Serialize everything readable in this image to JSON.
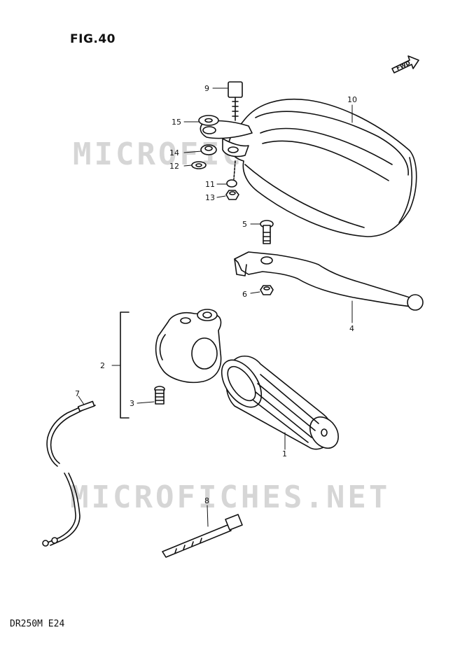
{
  "figure": {
    "title": "FIG.40",
    "model_code": "DR250M  E24",
    "direction_label": "FWD",
    "watermark": "MICROFICHES.NET"
  },
  "callouts": [
    {
      "num": "1",
      "part": "grip"
    },
    {
      "num": "2",
      "part": "lever-holder-assembly"
    },
    {
      "num": "3",
      "part": "holder-screw"
    },
    {
      "num": "4",
      "part": "clutch-lever"
    },
    {
      "num": "5",
      "part": "lever-bolt"
    },
    {
      "num": "6",
      "part": "lever-nut"
    },
    {
      "num": "7",
      "part": "switch-wire"
    },
    {
      "num": "8",
      "part": "cable-band"
    },
    {
      "num": "9",
      "part": "mount-bolt"
    },
    {
      "num": "10",
      "part": "hand-guard"
    },
    {
      "num": "11",
      "part": "spacer"
    },
    {
      "num": "12",
      "part": "washer-small"
    },
    {
      "num": "13",
      "part": "guard-nut"
    },
    {
      "num": "14",
      "part": "cushion"
    },
    {
      "num": "15",
      "part": "washer-large"
    }
  ]
}
